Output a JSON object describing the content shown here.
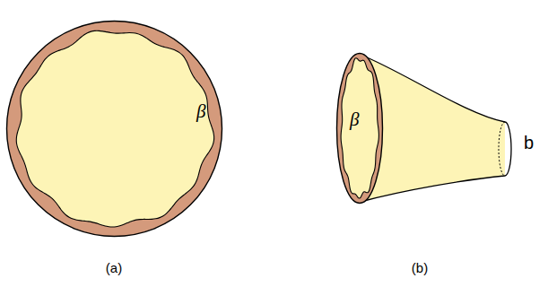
{
  "diagram": {
    "nodes": [
      {
        "text": [
          "β"
        ]
      },
      {
        "text": [
          "β"
        ]
      }
    ],
    "labels": [
      "b",
      "(a)",
      "(b)"
    ]
  }
}
